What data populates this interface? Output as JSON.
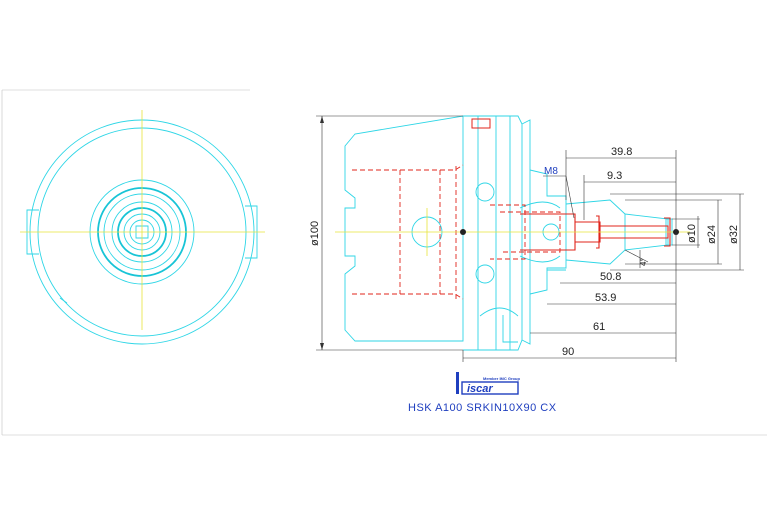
{
  "title": "HSK  A100  SRKIN10X90  CX",
  "logo": {
    "text": "iscar",
    "subtext": "Member IMC Group"
  },
  "thread": "M8",
  "angle": "4°",
  "dimensions": {
    "overall_diameter": "ø100",
    "d10": "ø10",
    "d24": "ø24",
    "d32": "ø32",
    "l39_8": "39.8",
    "l9_3": "9.3",
    "l50_8": "50.8",
    "l53_9": "53.9",
    "l61": "61",
    "l90": "90"
  },
  "colors": {
    "outline": "#2fd6e6",
    "hidden": "#e0241b",
    "centerline": "#e7e53a",
    "dimension": "#333333",
    "text_blue": "#1f3fbf"
  }
}
